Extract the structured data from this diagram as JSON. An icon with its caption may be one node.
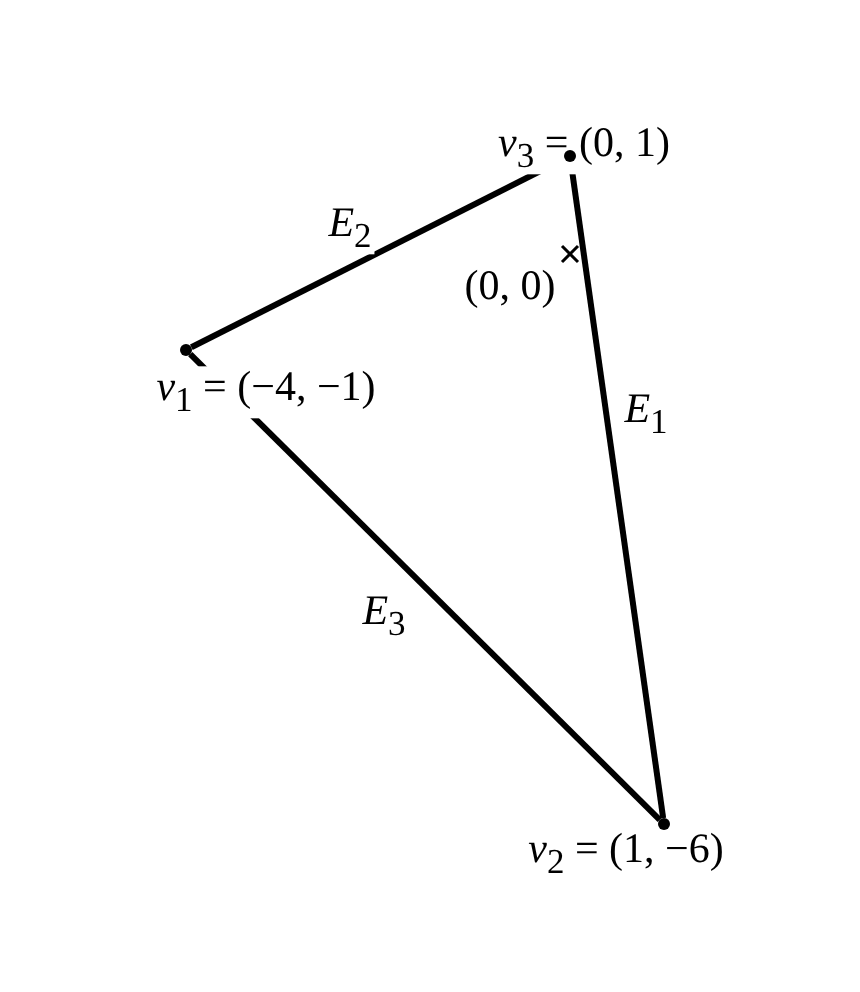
{
  "diagram": {
    "nodes": [
      {
        "text": [],
        "shape": "circle",
        "beside": [
          "*v*$_{3}$ = (0, 1)"
        ]
      },
      {
        "text": [],
        "shape": "circle",
        "beside": [
          "*v*$_{1}$ = (−4, −1)"
        ]
      },
      {
        "text": [],
        "shape": "circle",
        "beside": [
          "*v*$_{2}$ = (1, −6)"
        ]
      }
    ],
    "edges": [
      {
        "from": 1,
        "to": 0,
        "arrow": "none",
        "label": "*E*$_{2}$"
      },
      {
        "from": 0,
        "to": 2,
        "arrow": "none",
        "label": "*E*$_{1}$"
      },
      {
        "from": 2,
        "to": 1,
        "arrow": "none",
        "label": "*E*$_{3}$"
      }
    ],
    "labels": [
      "(0, 0)"
    ]
  }
}
